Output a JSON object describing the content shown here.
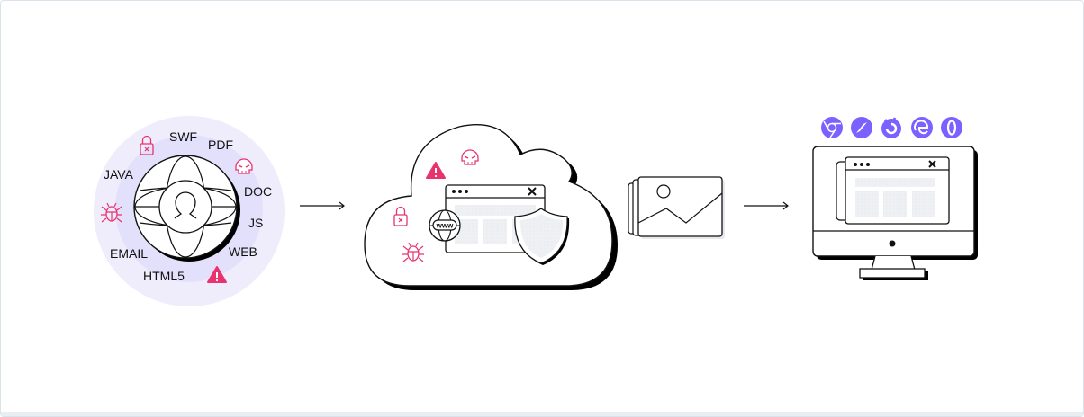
{
  "source_formats": {
    "labels": [
      "SWF",
      "PDF",
      "JAVA",
      "DOC",
      "JS",
      "WEB",
      "EMAIL",
      "HTML5"
    ]
  },
  "cloud": {
    "globe_text": "www"
  },
  "browsers": [
    "chrome",
    "safari",
    "firefox",
    "edge",
    "opera"
  ],
  "colors": {
    "accent": "#7b61ff",
    "threat": "#e8336d",
    "ring_outer": "#efedfc",
    "ring_inner": "#e3e0fb"
  }
}
